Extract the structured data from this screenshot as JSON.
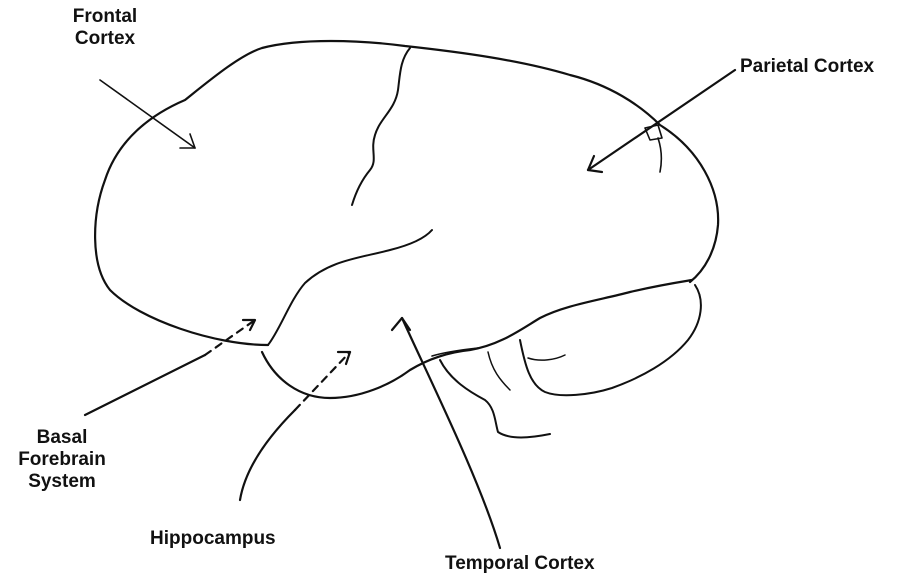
{
  "labels": {
    "frontal_line1": "Frontal",
    "frontal_line2": "Cortex",
    "parietal": "Parietal Cortex",
    "basal_line1": "Basal",
    "basal_line2": "Forebrain",
    "basal_line3": "System",
    "hippocampus": "Hippocampus",
    "temporal": "Temporal Cortex"
  },
  "colors": {
    "ink": "#111111",
    "background": "#ffffff"
  }
}
